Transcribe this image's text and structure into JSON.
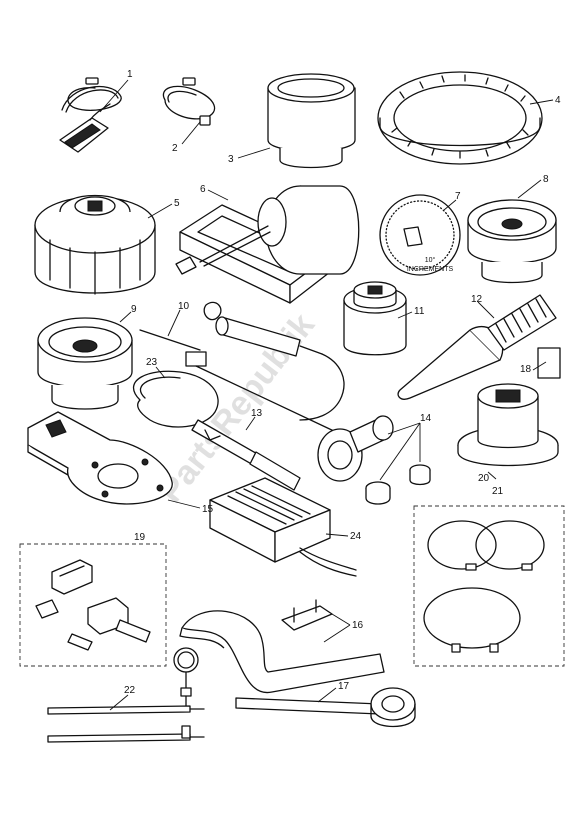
{
  "watermark": "PartsRepublik",
  "callouts": {
    "c1": "1",
    "c2": "2",
    "c3": "3",
    "c4": "4",
    "c5": "5",
    "c6": "6",
    "c7": "7",
    "c8": "8",
    "c9": "9",
    "c10": "10",
    "c11": "11",
    "c12": "12",
    "c13": "13",
    "c14": "14",
    "c15": "15",
    "c16": "16",
    "c17": "17",
    "c18": "18",
    "c19": "19",
    "c20": "20",
    "c21": "21",
    "c22": "22",
    "c23": "23",
    "c24": "24"
  },
  "degree_disc": {
    "line1": "10°",
    "line2": "INCREMENTS"
  }
}
